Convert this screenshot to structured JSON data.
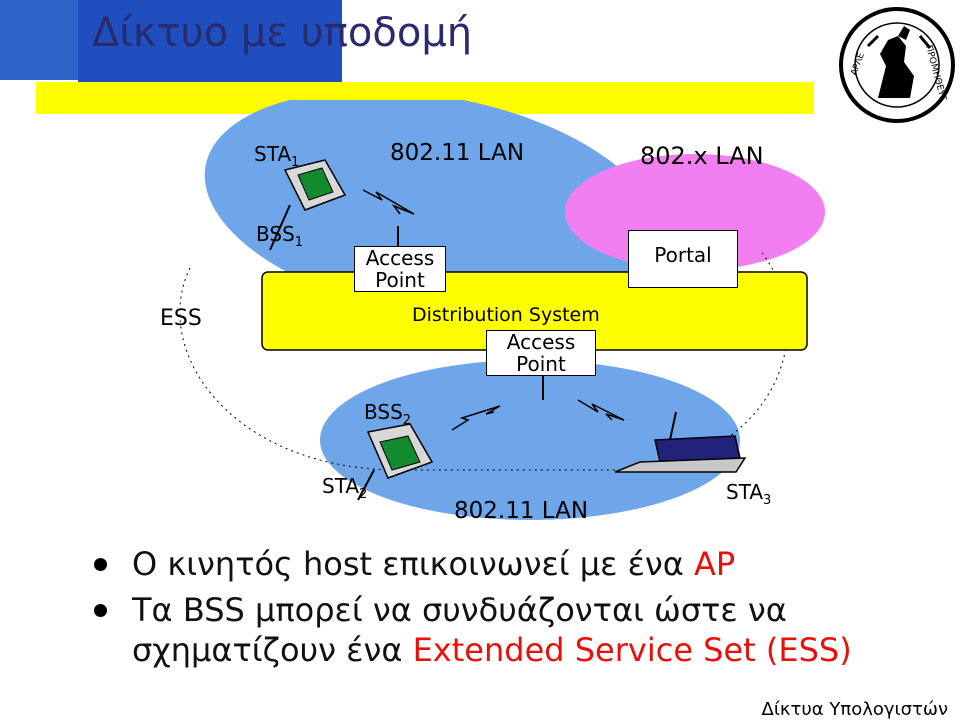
{
  "title": "Δίκτυο με υποδομή",
  "diagram": {
    "sta1": "STA",
    "sta1_sub": "1",
    "lan_top": "802.11 LAN",
    "lan_x": "802.x LAN",
    "bss1": "BSS",
    "bss1_sub": "1",
    "ap1_line1": "Access",
    "ap1_line2": "Point",
    "portal": "Portal",
    "ess": "ESS",
    "distribution_system": "Distribution System",
    "ap2_line1": "Access",
    "ap2_line2": "Point",
    "bss2": "BSS",
    "bss2_sub": "2",
    "sta2": "STA",
    "sta2_sub": "2",
    "lan_bottom": "802.11 LAN",
    "sta3": "STA",
    "sta3_sub": "3"
  },
  "bullets": {
    "b1_text": "Ο κινητός host επικοινωνεί με ένα ",
    "b1_highlight": "AP",
    "b2_line1": "Τα BSS μπορεί να συνδυάζονται ώστε να",
    "b2_line2_text": "σχηματίζουν ένα ",
    "b2_line2_highlight": "Extended Service Set (ESS)"
  },
  "footer": "Δίκτυα Υπολογιστών",
  "colors": {
    "title_blue": "#2f62c6",
    "title_text": "#2a2a6e",
    "accent_yellow": "#ffff00",
    "bss_blue": "#6fa6ea",
    "lan_pink": "#f27ff0",
    "highlight_red": "#e8110a"
  }
}
